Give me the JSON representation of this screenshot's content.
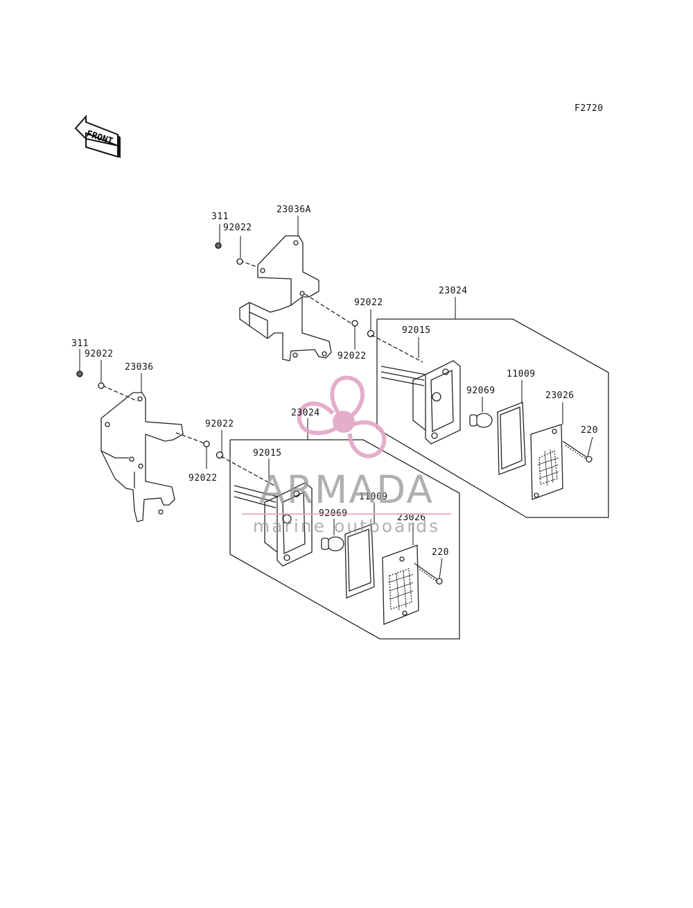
{
  "figure_code": "F2720",
  "front_arrow_label": "FRONT",
  "watermark": {
    "brand": "ARMADA",
    "tagline": "marine outboards",
    "color": "#e2a6c4"
  },
  "part_labels": {
    "p311_top": "311",
    "p92022_top_a": "92022",
    "p23036A": "23036A",
    "p92022_top_b": "92022",
    "p92022_top_c": "92022",
    "p23024_right": "23024",
    "p92015_right": "92015",
    "p92069_right": "92069",
    "p11009_right": "11009",
    "p23026_right": "23026",
    "p220_right": "220",
    "p311_left": "311",
    "p92022_left_a": "92022",
    "p23036": "23036",
    "p92022_left_b": "92022",
    "p92022_left_c": "92022",
    "p23024_left": "23024",
    "p92015_left": "92015",
    "p11009_left": "11009",
    "p92069_left": "92069",
    "p23026_left": "23026",
    "p220_left": "220"
  }
}
